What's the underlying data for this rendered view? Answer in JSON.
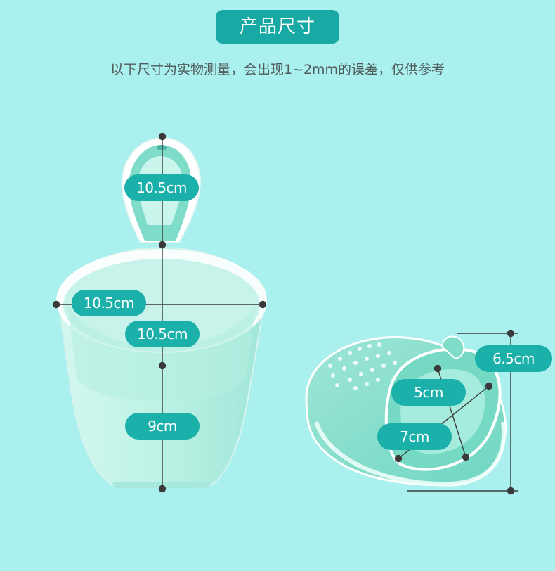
{
  "title": "产品尺寸",
  "subtitle": "以下尺寸为实物测量，会出现1~2mm的误差，仅供参考",
  "dimensions": {
    "handle_height": "10.5cm",
    "rim_diameter": "10.5cm",
    "inner_depth": "10.5cm",
    "body_height": "9cm",
    "lid_height": "6.5cm",
    "inner_ring": "5cm",
    "outer_ring": "7cm"
  },
  "colors": {
    "background": "#a9f0ee",
    "accent": "#1cb0ab",
    "product": "#bff3e8"
  }
}
